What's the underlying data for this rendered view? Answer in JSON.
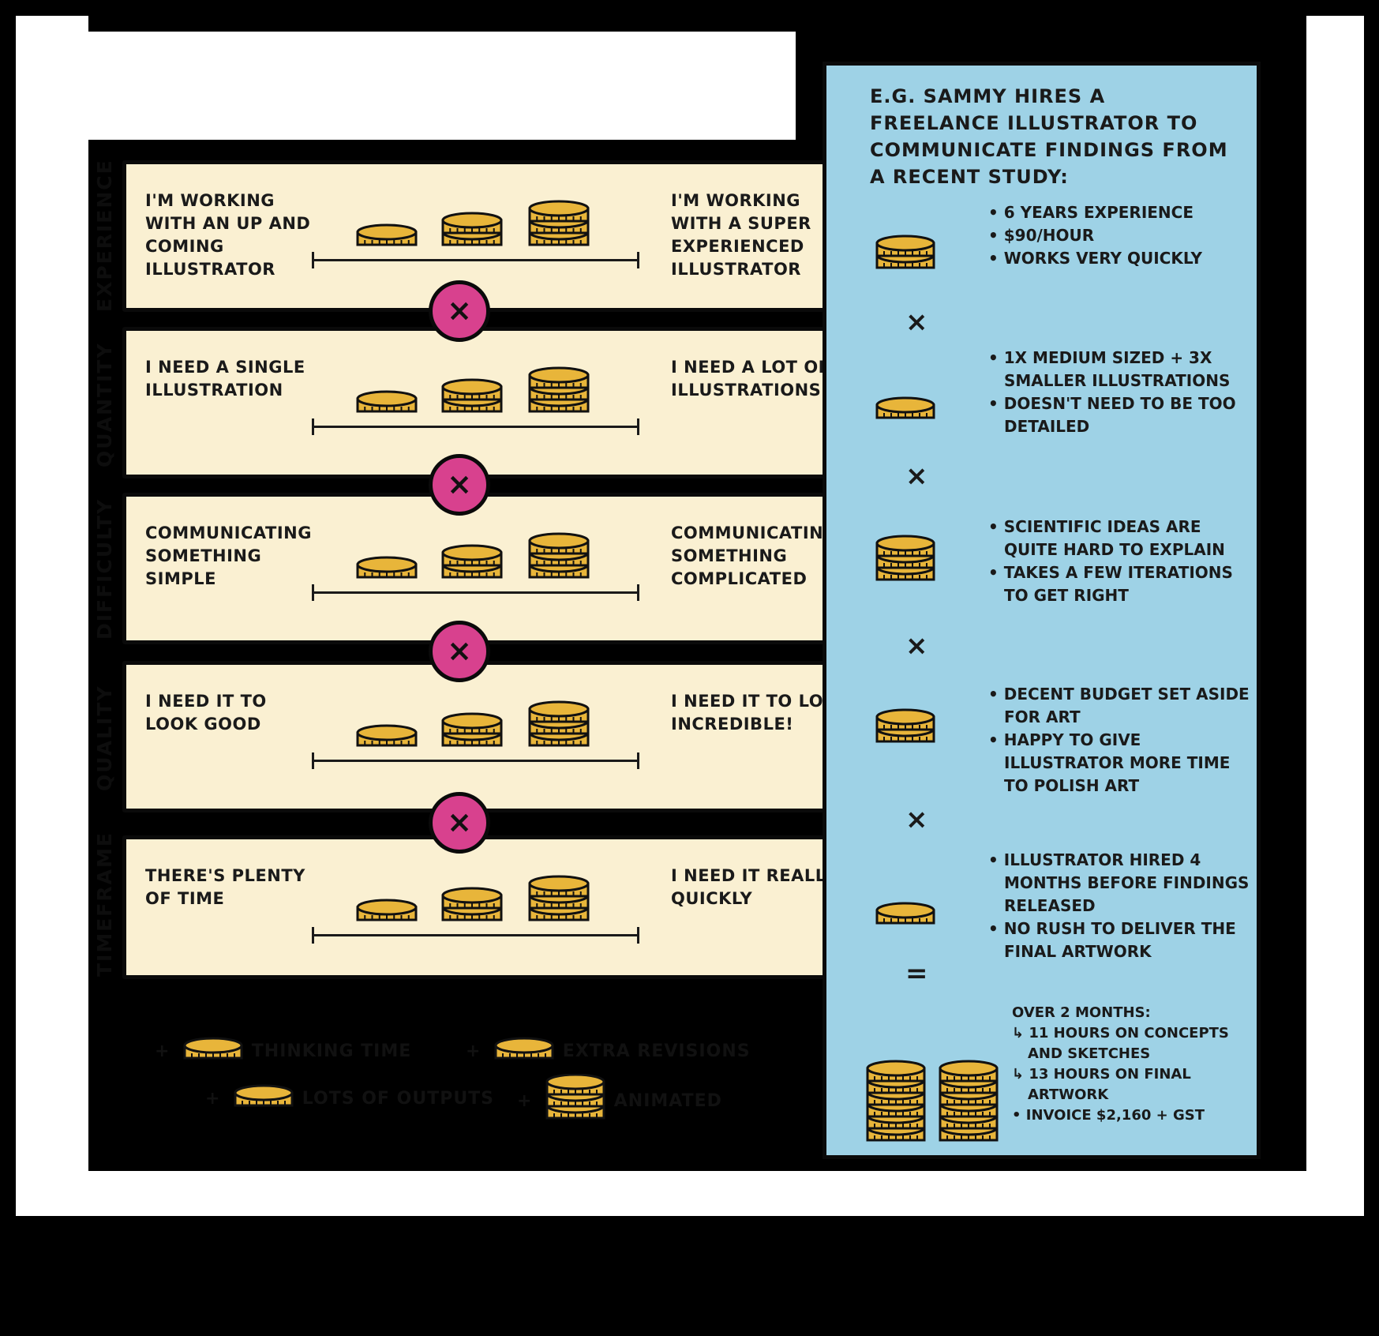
{
  "colors": {
    "card_bg": "#faf0d2",
    "coin": "#e8b53a",
    "times_circle": "#d8418e",
    "panel": "#9ed2e6"
  },
  "factors": [
    {
      "label": "EXPERIENCE",
      "left": "I'M WORKING WITH AN UP AND COMING ILLUSTRATOR",
      "right": "I'M WORKING WITH A SUPER EXPERIENCED ILLUSTRATOR"
    },
    {
      "label": "QUANTITY",
      "left": "I NEED A SINGLE ILLUSTRATION",
      "right": "I NEED A LOT OF ILLUSTRATIONS"
    },
    {
      "label": "DIFFICULTY",
      "left": "COMMUNICATING SOMETHING SIMPLE",
      "right": "COMMUNICATING SOMETHING COMPLICATED"
    },
    {
      "label": "QUALITY",
      "left": "I NEED IT TO LOOK GOOD",
      "right": "I NEED IT TO LOOK INCREDIBLE!"
    },
    {
      "label": "TIMEFRAME",
      "left": "THERE'S PLENTY OF TIME",
      "right": "I NEED IT REALLY QUICKLY"
    }
  ],
  "operator_symbol": "×",
  "panel": {
    "title": "E.G. SAMMY HIRES A FREELANCE ILLUSTRATOR TO COMMUNICATE FINDINGS FROM A RECENT STUDY:",
    "sections": [
      {
        "bullets": [
          "• 6 YEARS EXPERIENCE",
          "• $90/HOUR",
          "• WORKS VERY QUICKLY"
        ]
      },
      {
        "bullets": [
          "• 1x MEDIUM SIZED + 3x SMALLER ILLUSTRATIONS",
          "• DOESN'T NEED TO BE TOO DETAILED"
        ]
      },
      {
        "bullets": [
          "• SCIENTIFIC IDEAS ARE QUITE HARD TO EXPLAIN",
          "• TAKES A FEW ITERATIONS TO GET RIGHT"
        ]
      },
      {
        "bullets": [
          "• DECENT BUDGET SET ASIDE FOR ART",
          "• HAPPY TO GIVE ILLUSTRATOR MORE TIME TO POLISH ART"
        ]
      },
      {
        "bullets": [
          "• ILLUSTRATOR HIRED 4 MONTHS BEFORE FINDINGS RELEASED",
          "• NO RUSH TO DELIVER THE FINAL ARTWORK"
        ]
      }
    ],
    "ops": [
      "×",
      "×",
      "×",
      "×",
      "="
    ],
    "result": [
      "OVER 2 MONTHS:",
      "↳ 11 HOURS ON CONCEPTS AND SKETCHES",
      "↳ 13 HOURS ON FINAL ARTWORK",
      "• INVOICE $2,160 + GST"
    ]
  },
  "legend": [
    "THINKING TIME",
    "EXTRA REVISIONS",
    "LOTS OF OUTPUTS",
    "ANIMATED"
  ],
  "legend_plus": "+"
}
